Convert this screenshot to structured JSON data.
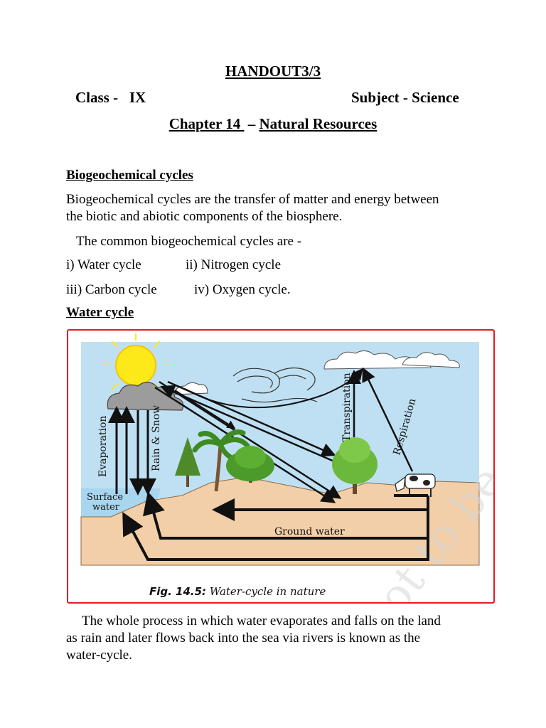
{
  "header": {
    "handout": "HANDOUT3/3",
    "class_label": "Class -   IX",
    "subject_label": "Subject - Science",
    "chapter_num": "Chapter 14 ",
    "chapter_dash": "–",
    "chapter_title": "Natural Resources"
  },
  "section1": {
    "heading": "Biogeochemical cycles",
    "para_line1": "Biogeochemical cycles are the transfer of matter and energy between",
    "para_line2": "the biotic and abiotic components of the biosphere.",
    "intro": "The common biogeochemical cycles are -",
    "cycle1": "i) Water cycle",
    "cycle2": "ii) Nitrogen cycle",
    "cycle3": "iii) Carbon cycle",
    "cycle4": "iv) Oxygen cycle."
  },
  "section2": {
    "heading": "Water cycle"
  },
  "figure": {
    "label_evaporation": "Evaporation",
    "label_rain_snow": "Rain & Snow",
    "label_transpiration": "Transpiration",
    "label_respiration": "Respiration",
    "label_surface": "Surface",
    "label_water": "water",
    "label_ground_water": "Ground water",
    "caption_fig": "Fig. 14.5:",
    "caption_text": " Water-cycle in nature",
    "watermark": "not to be © NCERT",
    "colors": {
      "sky": "#bfe0f2",
      "earth": "#f2cfa8",
      "sun": "#fde91a",
      "border": "#e31b23"
    }
  },
  "closing": {
    "line1": "The whole process in which water evaporates and falls on the land",
    "line2": "as rain and later flows back into the sea via rivers is known as the",
    "line3": "water-cycle."
  }
}
